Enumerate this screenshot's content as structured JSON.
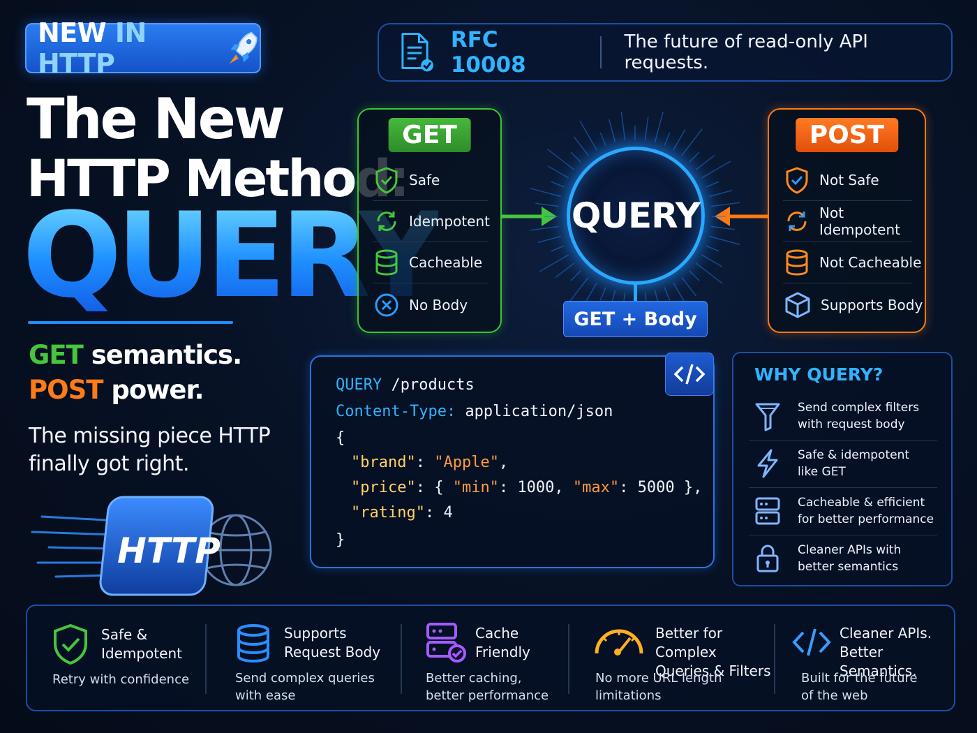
{
  "badge": {
    "text_white": "NEW",
    "text_cyan": "IN HTTP",
    "icon": "rocket-icon"
  },
  "rfc": {
    "number": "RFC 10008",
    "tagline": "The future of read-only API requests.",
    "icon": "document-check-icon"
  },
  "title": {
    "line1": "The New",
    "line2": "HTTP Method:",
    "line3": "QUERY"
  },
  "semantics": {
    "get_word": "GET",
    "get_rest": " semantics.",
    "post_word": "POST",
    "post_rest": " power."
  },
  "tagline": {
    "line1": "The missing piece HTTP",
    "line2": "finally got right."
  },
  "http_graphic": {
    "label": "HTTP",
    "icon": "globe-icon"
  },
  "get_card": {
    "label": "GET",
    "color": "#3cc43a",
    "items": [
      {
        "label": "Safe",
        "icon": "shield-check-icon"
      },
      {
        "label": "Idempotent",
        "icon": "refresh-icon"
      },
      {
        "label": "Cacheable",
        "icon": "database-icon"
      },
      {
        "label": "No Body",
        "icon": "x-circle-icon"
      }
    ]
  },
  "post_card": {
    "label": "POST",
    "color": "#ff7a14",
    "items": [
      {
        "label": "Not Safe",
        "icon": "shield-check-icon"
      },
      {
        "label": "Not Idempotent",
        "icon": "refresh-icon"
      },
      {
        "label": "Not Cacheable",
        "icon": "database-icon"
      },
      {
        "label": "Supports Body",
        "icon": "cube-icon"
      }
    ]
  },
  "query_node": {
    "label": "QUERY",
    "subtitle": "GET + Body"
  },
  "code": {
    "method": "QUERY",
    "path": " /products",
    "header_name": "Content-Type:",
    "header_value": " application/json",
    "open_brace": "{",
    "close_brace": "}",
    "brand_key": "\"brand\"",
    "brand_value": "\"Apple\"",
    "price_key": "\"price\"",
    "min_key": "\"min\"",
    "min_value": "1000",
    "max_key": "\"max\"",
    "max_value": "5000",
    "rating_key": "\"rating\"",
    "rating_value": "4",
    "icon": "code-icon"
  },
  "why": {
    "title": "WHY QUERY?",
    "items": [
      {
        "text": "Send complex filters\nwith request body",
        "icon": "filter-icon"
      },
      {
        "text": "Safe & idempotent\nlike GET",
        "icon": "lightning-icon"
      },
      {
        "text": "Cacheable & efficient\nfor better performance",
        "icon": "server-icon"
      },
      {
        "text": "Cleaner APIs with\nbetter semantics",
        "icon": "lock-icon"
      }
    ]
  },
  "features": [
    {
      "title": "Safe &\nIdempotent",
      "subtitle": "Retry with confidence",
      "icon": "shield-check-icon"
    },
    {
      "title": "Supports\nRequest Body",
      "subtitle": "Send complex queries\nwith ease",
      "icon": "database-icon"
    },
    {
      "title": "Cache\nFriendly",
      "subtitle": "Better caching,\nbetter performance",
      "icon": "cache-server-icon"
    },
    {
      "title": "Better for Complex\nQueries & Filters",
      "subtitle": "No more URL length\nlimitations",
      "icon": "speedometer-icon"
    },
    {
      "title": "Cleaner APIs.\nBetter Semantics.",
      "subtitle": "Built for the future\nof the web",
      "icon": "code-icon"
    }
  ]
}
